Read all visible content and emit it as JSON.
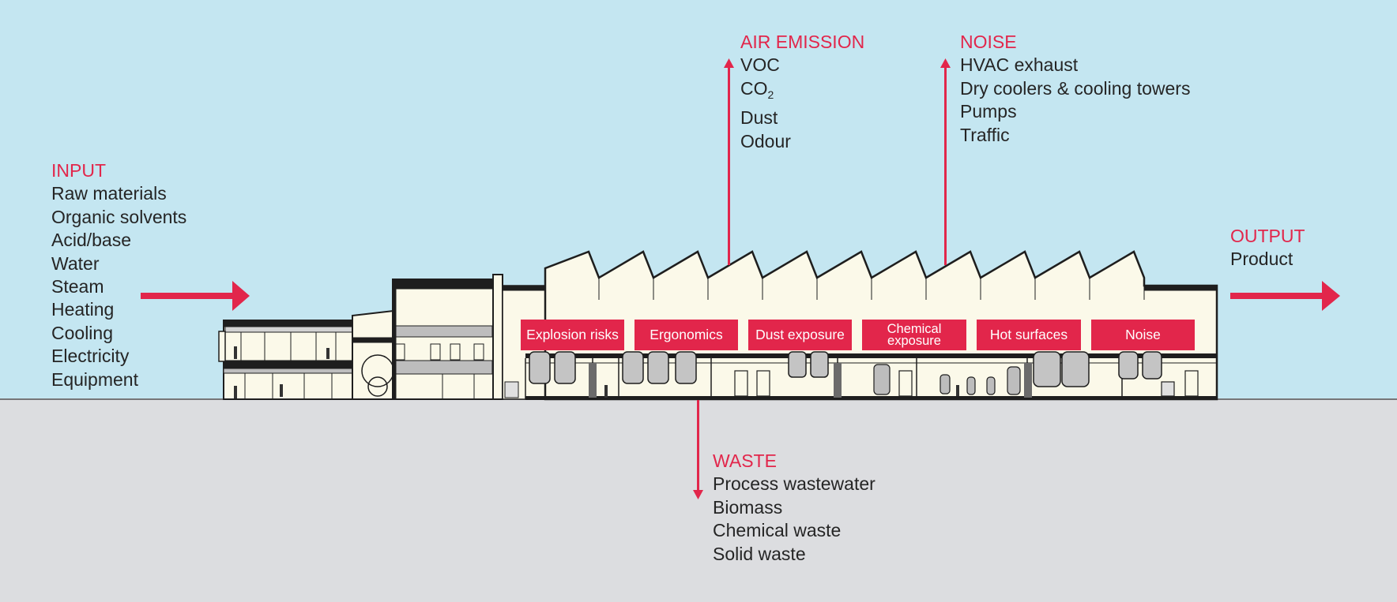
{
  "colors": {
    "sky": "#c4e6f1",
    "ground": "#dcdde0",
    "accent": "#e2264b",
    "building": "#fbf9e9",
    "text": "#252525"
  },
  "input": {
    "heading": "INPUT",
    "items": [
      "Raw materials",
      "Organic solvents",
      "Acid/base",
      "Water",
      "Steam",
      "Heating",
      "Cooling",
      "Electricity",
      "Equipment"
    ]
  },
  "air_emission": {
    "heading": "AIR EMISSION",
    "items": [
      "VOC",
      "CO",
      "Dust",
      "Odour"
    ],
    "co2_subscript": "2"
  },
  "noise": {
    "heading": "NOISE",
    "items": [
      "HVAC exhaust",
      "Dry coolers & cooling towers",
      "Pumps",
      "Traffic"
    ]
  },
  "output": {
    "heading": "OUTPUT",
    "items": [
      "Product"
    ]
  },
  "waste": {
    "heading": "WASTE",
    "items": [
      "Process wastewater",
      "Biomass",
      "Chemical waste",
      "Solid waste"
    ]
  },
  "hazards": [
    {
      "label": "Explosion risks"
    },
    {
      "label": "Ergonomics"
    },
    {
      "label": "Dust exposure"
    },
    {
      "label": "Chemical exposure",
      "line1": "Chemical",
      "line2": "exposure"
    },
    {
      "label": "Hot surfaces"
    },
    {
      "label": "Noise"
    }
  ]
}
